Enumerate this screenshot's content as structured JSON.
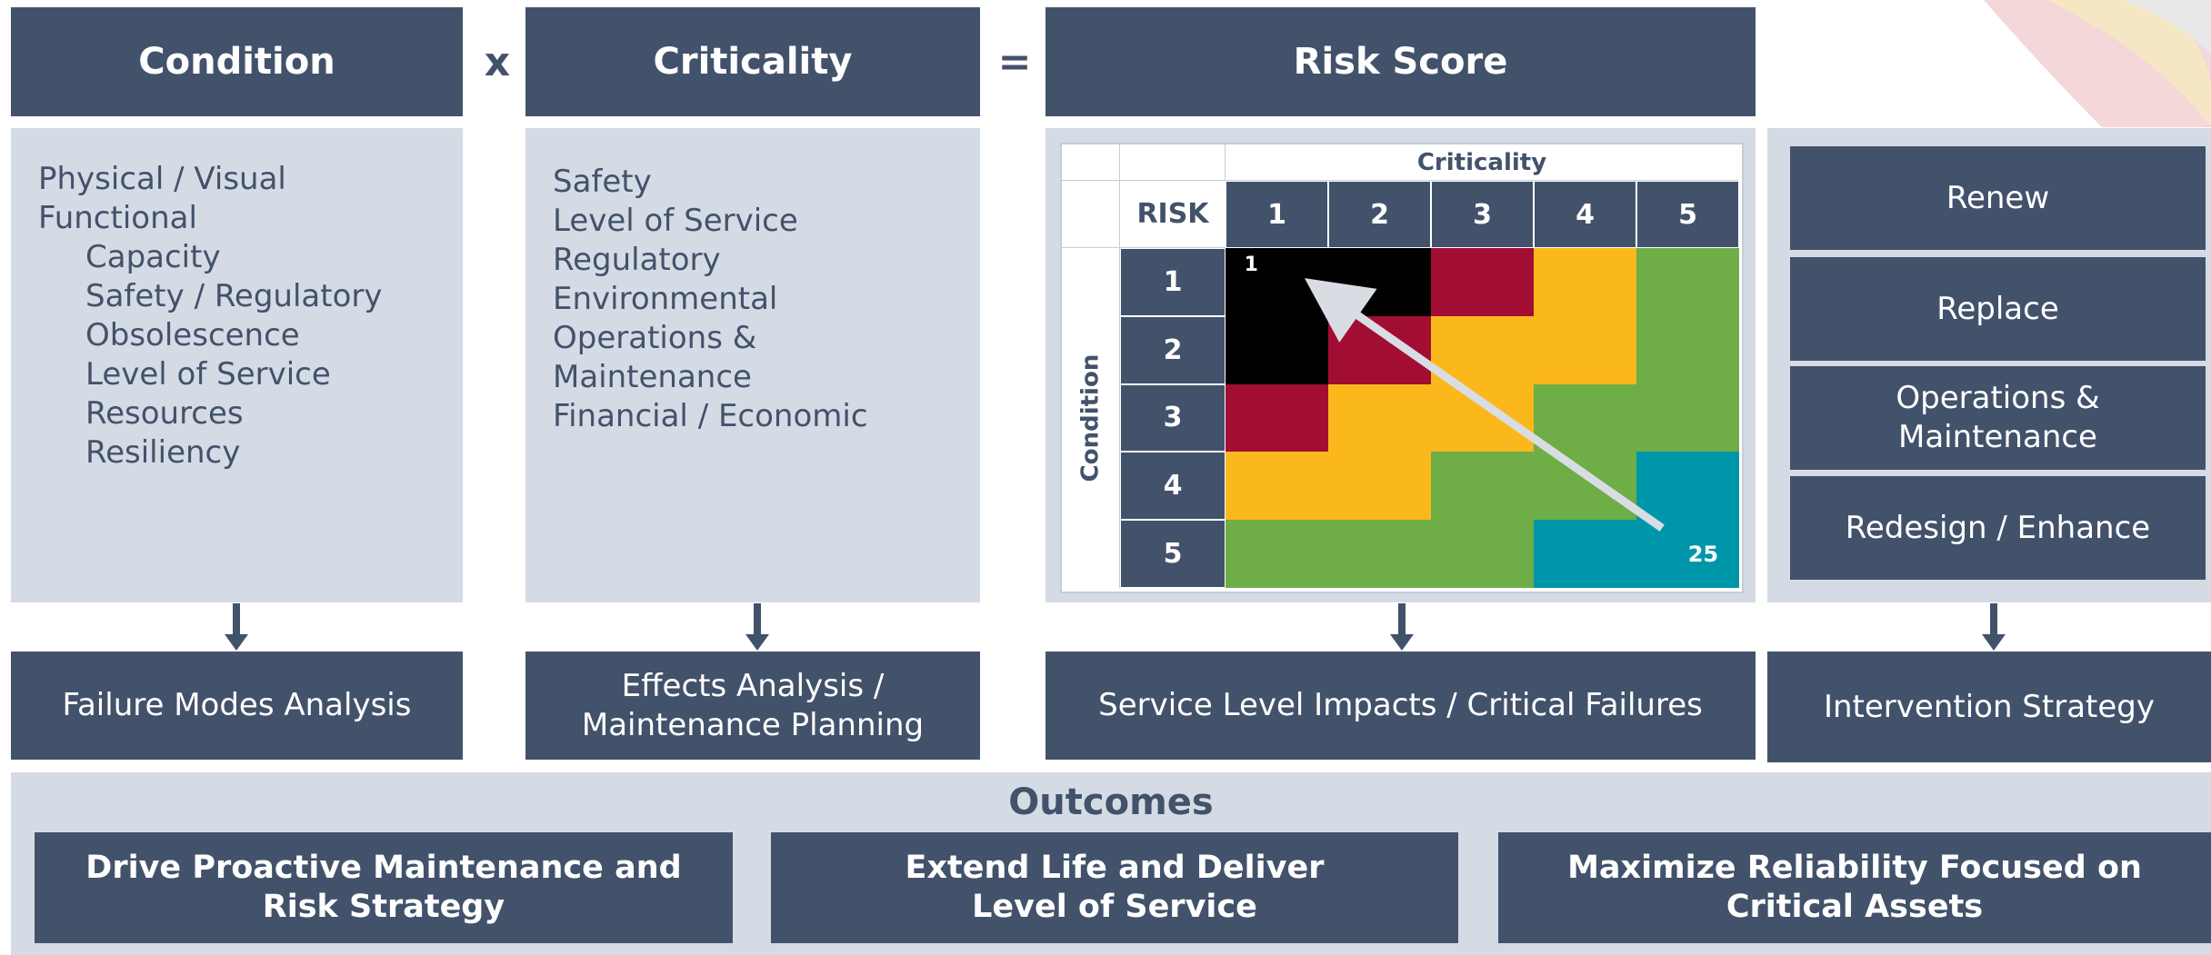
{
  "colors": {
    "navy": "#43526b",
    "panel": "#d5dbe5",
    "black": "#000000",
    "red": "#a20e33",
    "orange": "#fbb81c",
    "green": "#6fad47",
    "teal": "#0096a9"
  },
  "headers": {
    "condition": "Condition",
    "multiply": "x",
    "criticality": "Criticality",
    "equals": "=",
    "risk_score": "Risk Score"
  },
  "condition_items": [
    {
      "text": "Physical / Visual",
      "indent": false
    },
    {
      "text": "Functional",
      "indent": false
    },
    {
      "text": "Capacity",
      "indent": true
    },
    {
      "text": "Safety / Regulatory",
      "indent": true
    },
    {
      "text": "Obsolescence",
      "indent": true
    },
    {
      "text": "Level of Service",
      "indent": true
    },
    {
      "text": "Resources",
      "indent": true
    },
    {
      "text": "Resiliency",
      "indent": true
    }
  ],
  "criticality_items": [
    "Safety",
    "Level of Service",
    "Regulatory",
    "Environmental",
    "Operations &",
    "Maintenance",
    "Financial / Economic"
  ],
  "matrix": {
    "corner_label": "RISK",
    "top_label": "Criticality",
    "side_label": "Condition",
    "columns": [
      "1",
      "2",
      "3",
      "4",
      "5"
    ],
    "rows": [
      "1",
      "2",
      "3",
      "4",
      "5"
    ],
    "grid": [
      [
        "black",
        "black",
        "red",
        "orange",
        "green"
      ],
      [
        "black",
        "red",
        "orange",
        "orange",
        "green"
      ],
      [
        "red",
        "orange",
        "orange",
        "green",
        "green"
      ],
      [
        "orange",
        "orange",
        "green",
        "green",
        "teal"
      ],
      [
        "green",
        "green",
        "green",
        "teal",
        "teal"
      ]
    ],
    "low_label": "1",
    "high_label": "25"
  },
  "interventions": [
    "Renew",
    "Replace",
    "Operations &\nMaintenance",
    "Redesign / Enhance"
  ],
  "analysis": {
    "failure_modes": "Failure Modes  Analysis",
    "effects": "Effects Analysis /\nMaintenance Planning",
    "service": "Service Level Impacts / Critical Failures",
    "intervention": "Intervention  Strategy"
  },
  "outcomes": {
    "title": "Outcomes",
    "items": [
      "Drive Proactive Maintenance and\nRisk Strategy",
      "Extend Life and Deliver\nLevel of Service",
      "Maximize Reliability Focused on\nCritical Assets"
    ]
  }
}
